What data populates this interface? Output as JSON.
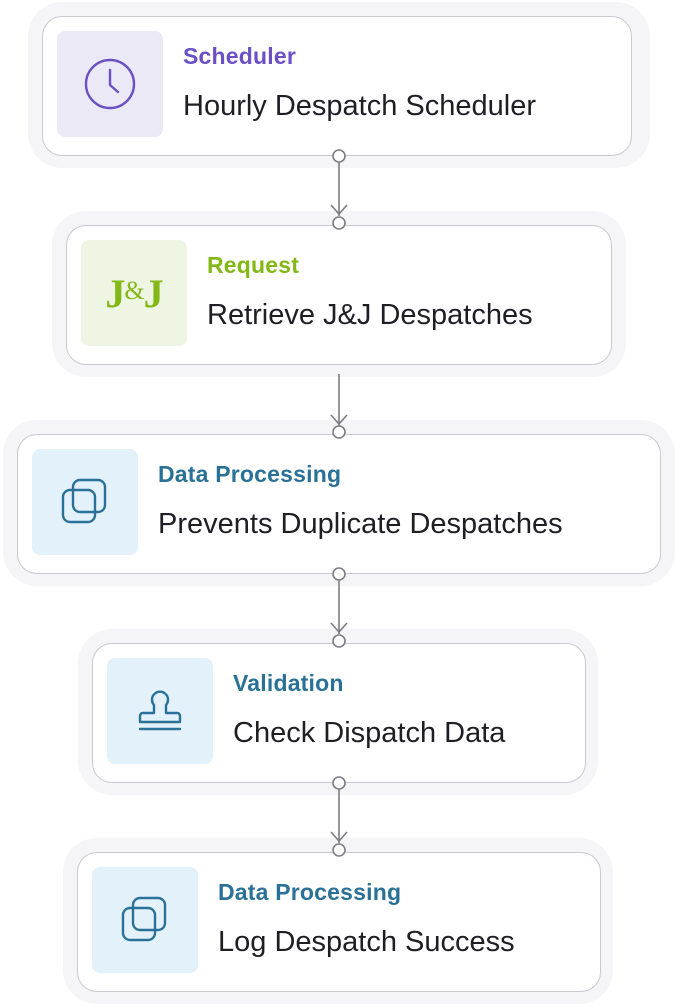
{
  "nodes": [
    {
      "type": "Scheduler",
      "title": "Hourly Despatch Scheduler",
      "icon": "clock-icon",
      "type_color": "#6b4fc4",
      "tile_color": "#ece9f7",
      "icon_color": "#6b4fc4"
    },
    {
      "type": "Request",
      "title": "Retrieve J&J Despatches",
      "icon": "jnj-logo",
      "logo_text_left": "J",
      "logo_text_amp": "&",
      "logo_text_right": "J",
      "type_color": "#84b817",
      "tile_color": "#eef5e2",
      "icon_color": "#84b817"
    },
    {
      "type": "Data Processing",
      "title": "Prevents Duplicate Despatches",
      "icon": "layers-icon",
      "type_color": "#2a7197",
      "tile_color": "#e3f1fb",
      "icon_color": "#2a7197"
    },
    {
      "type": "Validation",
      "title": "Check Dispatch Data",
      "icon": "stamp-icon",
      "type_color": "#2a7197",
      "tile_color": "#e3f1fb",
      "icon_color": "#2a7197"
    },
    {
      "type": "Data Processing",
      "title": "Log Despatch Success",
      "icon": "layers-icon",
      "type_color": "#2a7197",
      "tile_color": "#e3f1fb",
      "icon_color": "#2a7197"
    }
  ],
  "connector_color": "#7c7c84"
}
